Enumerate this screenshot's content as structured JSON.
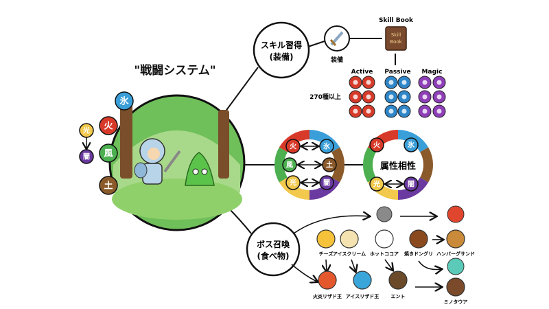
{
  "title": "\"戦闘システム\"",
  "elements": {
    "ice": {
      "label": "氷",
      "color": "#3a9fd8"
    },
    "fire": {
      "label": "火",
      "color": "#d83a2a"
    },
    "wind": {
      "label": "風",
      "color": "#4caf50"
    },
    "earth": {
      "label": "土",
      "color": "#8b5a2b"
    },
    "light": {
      "label": "光",
      "color": "#f2c94c"
    },
    "dark": {
      "label": "闇",
      "color": "#6a3aa0"
    }
  },
  "skill_node": {
    "line1": "スキル習得",
    "line2": "(装備)"
  },
  "equip_label": "装備",
  "skill_book": {
    "label": "Skill Book",
    "cover_line1": "Skill",
    "cover_line2": "Book"
  },
  "skill_categories": [
    {
      "name": "Active",
      "color": "#d63b2a"
    },
    {
      "name": "Passive",
      "color": "#2f86c9"
    },
    {
      "name": "Magic",
      "color": "#8e3fb8"
    }
  ],
  "skill_count": "270種以上",
  "affinity_label": "属性相性",
  "boss_node": {
    "line1": "ボス召喚",
    "line2": "(食べ物)"
  },
  "foods": [
    "チーズ",
    "アイスクリーム",
    "ホットココア",
    "焼きドングリ",
    "ハンバーグサンド"
  ],
  "bosses": [
    "火炎リザド王",
    "アイスリザド王",
    "エント",
    "ミノタウア"
  ]
}
